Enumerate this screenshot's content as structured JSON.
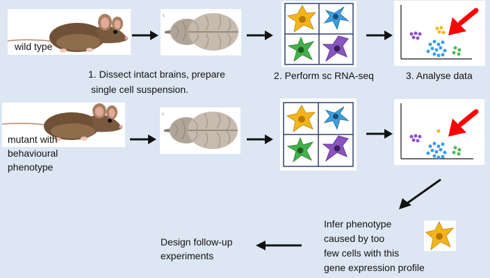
{
  "row1": {
    "mouse_label": "wild type",
    "step1_line1": "1.    Dissect intact brains, prepare",
    "step1_line2": "single cell suspension.",
    "step2": "2. Perform sc RNA-seq",
    "step3": "3. Analyse data"
  },
  "row2": {
    "mouse_label_lines": [
      "mutant with",
      "behavioural",
      "phenotype"
    ]
  },
  "infer_lines": [
    "Infer phenotype",
    "caused by too",
    "few cells with this",
    "gene expression profile"
  ],
  "design_lines": [
    "Design follow-up",
    "experiments"
  ],
  "colors": {
    "background": "#dde7f3",
    "cell_yellow": "#f2b61c",
    "cell_blue": "#3f9edb",
    "cell_green": "#45b04c",
    "cell_purple": "#8a55c0",
    "scatter_purple": "#8e4fc9",
    "scatter_blue": "#3b9de3",
    "scatter_green": "#4bbb56",
    "scatter_yellow": "#f3b81c",
    "highlight_arrow": "#ff0000"
  }
}
